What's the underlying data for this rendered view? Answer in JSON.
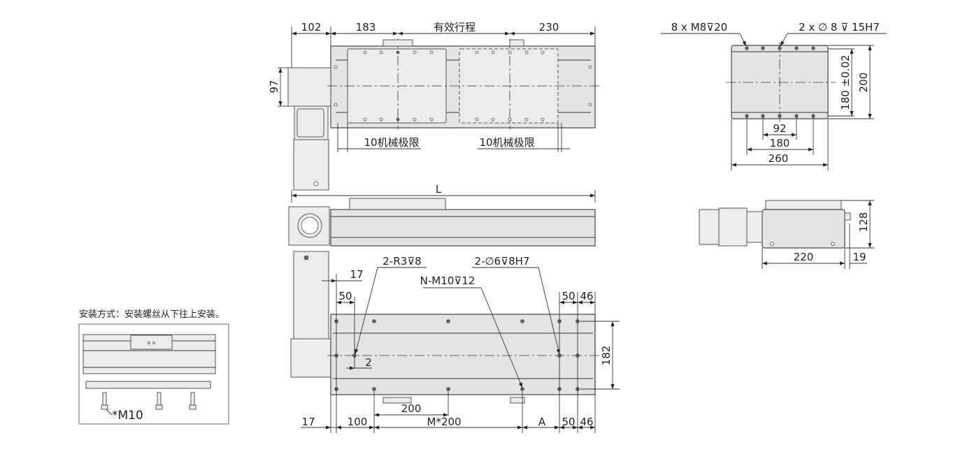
{
  "top_view": {
    "dim_motor": "102",
    "dim_left": "183",
    "dim_stroke": "有效行程",
    "dim_right": "230",
    "dim_height": "97",
    "limit_left": "10机械极限",
    "limit_right": "10机械极限"
  },
  "side_view": {
    "dim_length": "L"
  },
  "bottom_view": {
    "callout_r3": "2-R3⊽8",
    "callout_pin": "2-∅6⊽8H7",
    "callout_m10": "N-M10⊽12",
    "dim_17_top": "17",
    "dim_50_left": "50",
    "dim_50_right": "50",
    "dim_46_top": "46",
    "dim_2": "2",
    "dim_182": "182",
    "dim_200": "200",
    "dim_17_bottom": "17",
    "dim_100": "100",
    "dim_m200": "M*200",
    "dim_a": "A",
    "dim_50_bottom": "50",
    "dim_46_bottom": "46"
  },
  "end_view": {
    "callout_m8": "8 x  M8⊽20",
    "callout_pin": "2 x ∅ 8 ⊽ 15H7",
    "dim_180_tol": "180 ±0.02",
    "dim_200": "200",
    "dim_92": "92",
    "dim_180": "180",
    "dim_260": "260"
  },
  "end_side_view": {
    "dim_128": "128",
    "dim_220": "220",
    "dim_19": "19"
  },
  "install": {
    "title": "安装方式：安装螺丝从下往上安装。",
    "screw_label": "*M10"
  }
}
